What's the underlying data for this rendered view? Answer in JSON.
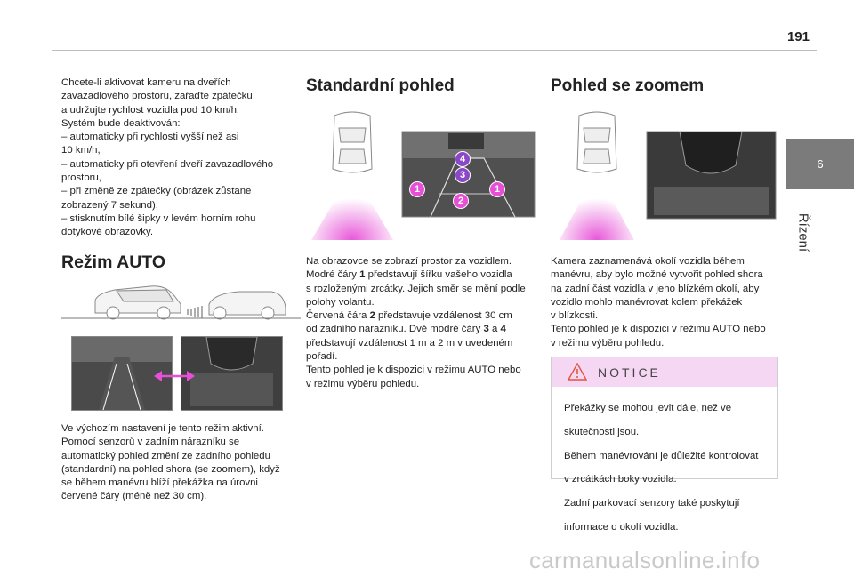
{
  "header": {
    "page_number": "191",
    "chapter_tab": "6",
    "chapter_title": "Řízení"
  },
  "col1": {
    "intro_lines": [
      "Chcete-li aktivovat kameru na dveřích",
      "zavazadlového prostoru, zařaďte zpátečku",
      "a udržujte rychlost vozidla pod 10 km/h.",
      "Systém bude deaktivován:",
      "–  automaticky při rychlosti vyšší než asi",
      "10 km/h,",
      "–  automaticky při otevření dveří zavazadlového",
      "prostoru,",
      "–  při změně ze zpátečky (obrázek zůstane",
      "zobrazený 7 sekund),",
      "–  stisknutím bílé šipky v levém horním rohu",
      "dotykové obrazovky."
    ],
    "heading": "Režim AUTO",
    "auto_lines": [
      "Ve výchozím nastavení je tento režim aktivní.",
      "Pomocí senzorů v zadním nárazníku se",
      "automatický pohled změní ze zadního pohledu",
      "(standardní) na pohled shora (se zoomem), když",
      "se během manévru blíží překážka na úrovni",
      "červené čáry (méně než 30 cm)."
    ]
  },
  "col2": {
    "heading": "Standardní pohled",
    "markers": [
      "4",
      "3",
      "1",
      "2",
      "1"
    ],
    "lines": [
      {
        "pre": "Na obrazovce se zobrazí prostor za vozidlem.",
        "b1": "",
        "mid": "",
        "b2": "",
        "post": ""
      },
      {
        "pre": "Modré čáry ",
        "b1": "1",
        "mid": " představují šířku vašeho vozidla",
        "b2": "",
        "post": ""
      },
      {
        "pre": "s rozloženými zrcátky. Jejich směr se mění podle",
        "b1": "",
        "mid": "",
        "b2": "",
        "post": ""
      },
      {
        "pre": "polohy volantu.",
        "b1": "",
        "mid": "",
        "b2": "",
        "post": ""
      },
      {
        "pre": "Červená čára ",
        "b1": "2",
        "mid": " představuje vzdálenost 30 cm",
        "b2": "",
        "post": ""
      },
      {
        "pre": "od zadního nárazníku. Dvě modré čáry ",
        "b1": "3",
        "mid": " a ",
        "b2": "4",
        "post": ""
      },
      {
        "pre": "představují vzdálenost 1 m a 2 m v uvedeném",
        "b1": "",
        "mid": "",
        "b2": "",
        "post": ""
      },
      {
        "pre": "pořadí.",
        "b1": "",
        "mid": "",
        "b2": "",
        "post": ""
      },
      {
        "pre": "Tento pohled je k dispozici v režimu AUTO nebo",
        "b1": "",
        "mid": "",
        "b2": "",
        "post": ""
      },
      {
        "pre": "v režimu výběru pohledu.",
        "b1": "",
        "mid": "",
        "b2": "",
        "post": ""
      }
    ]
  },
  "col3": {
    "heading": "Pohled se zoomem",
    "lines": [
      "Kamera zaznamenává okolí vozidla během",
      "manévru, aby bylo možné vytvořit pohled shora",
      "na zadní část vozidla v jeho blízkém okolí, aby",
      "vozidlo mohlo manévrovat kolem překážek",
      "v blízkosti.",
      "Tento pohled je k dispozici v režimu AUTO nebo",
      "v režimu výběru pohledu."
    ],
    "notice": {
      "title": "NOTICE",
      "lines": [
        "Překážky se mohou jevit dále, než ve",
        "skutečnosti jsou.",
        "Během manévrování je důležité kontrolovat",
        "v zrcátkách boky vozidla.",
        "Zadní parkovací senzory také poskytují",
        "informace o okolí vozidla."
      ]
    }
  },
  "watermark": "carmanualsonline.info",
  "colors": {
    "accent_pink": "#e64fd6",
    "notice_header": "#f5d6f3",
    "tab_gray": "#7b7b7b",
    "marker_purple": "#8a48c6"
  }
}
